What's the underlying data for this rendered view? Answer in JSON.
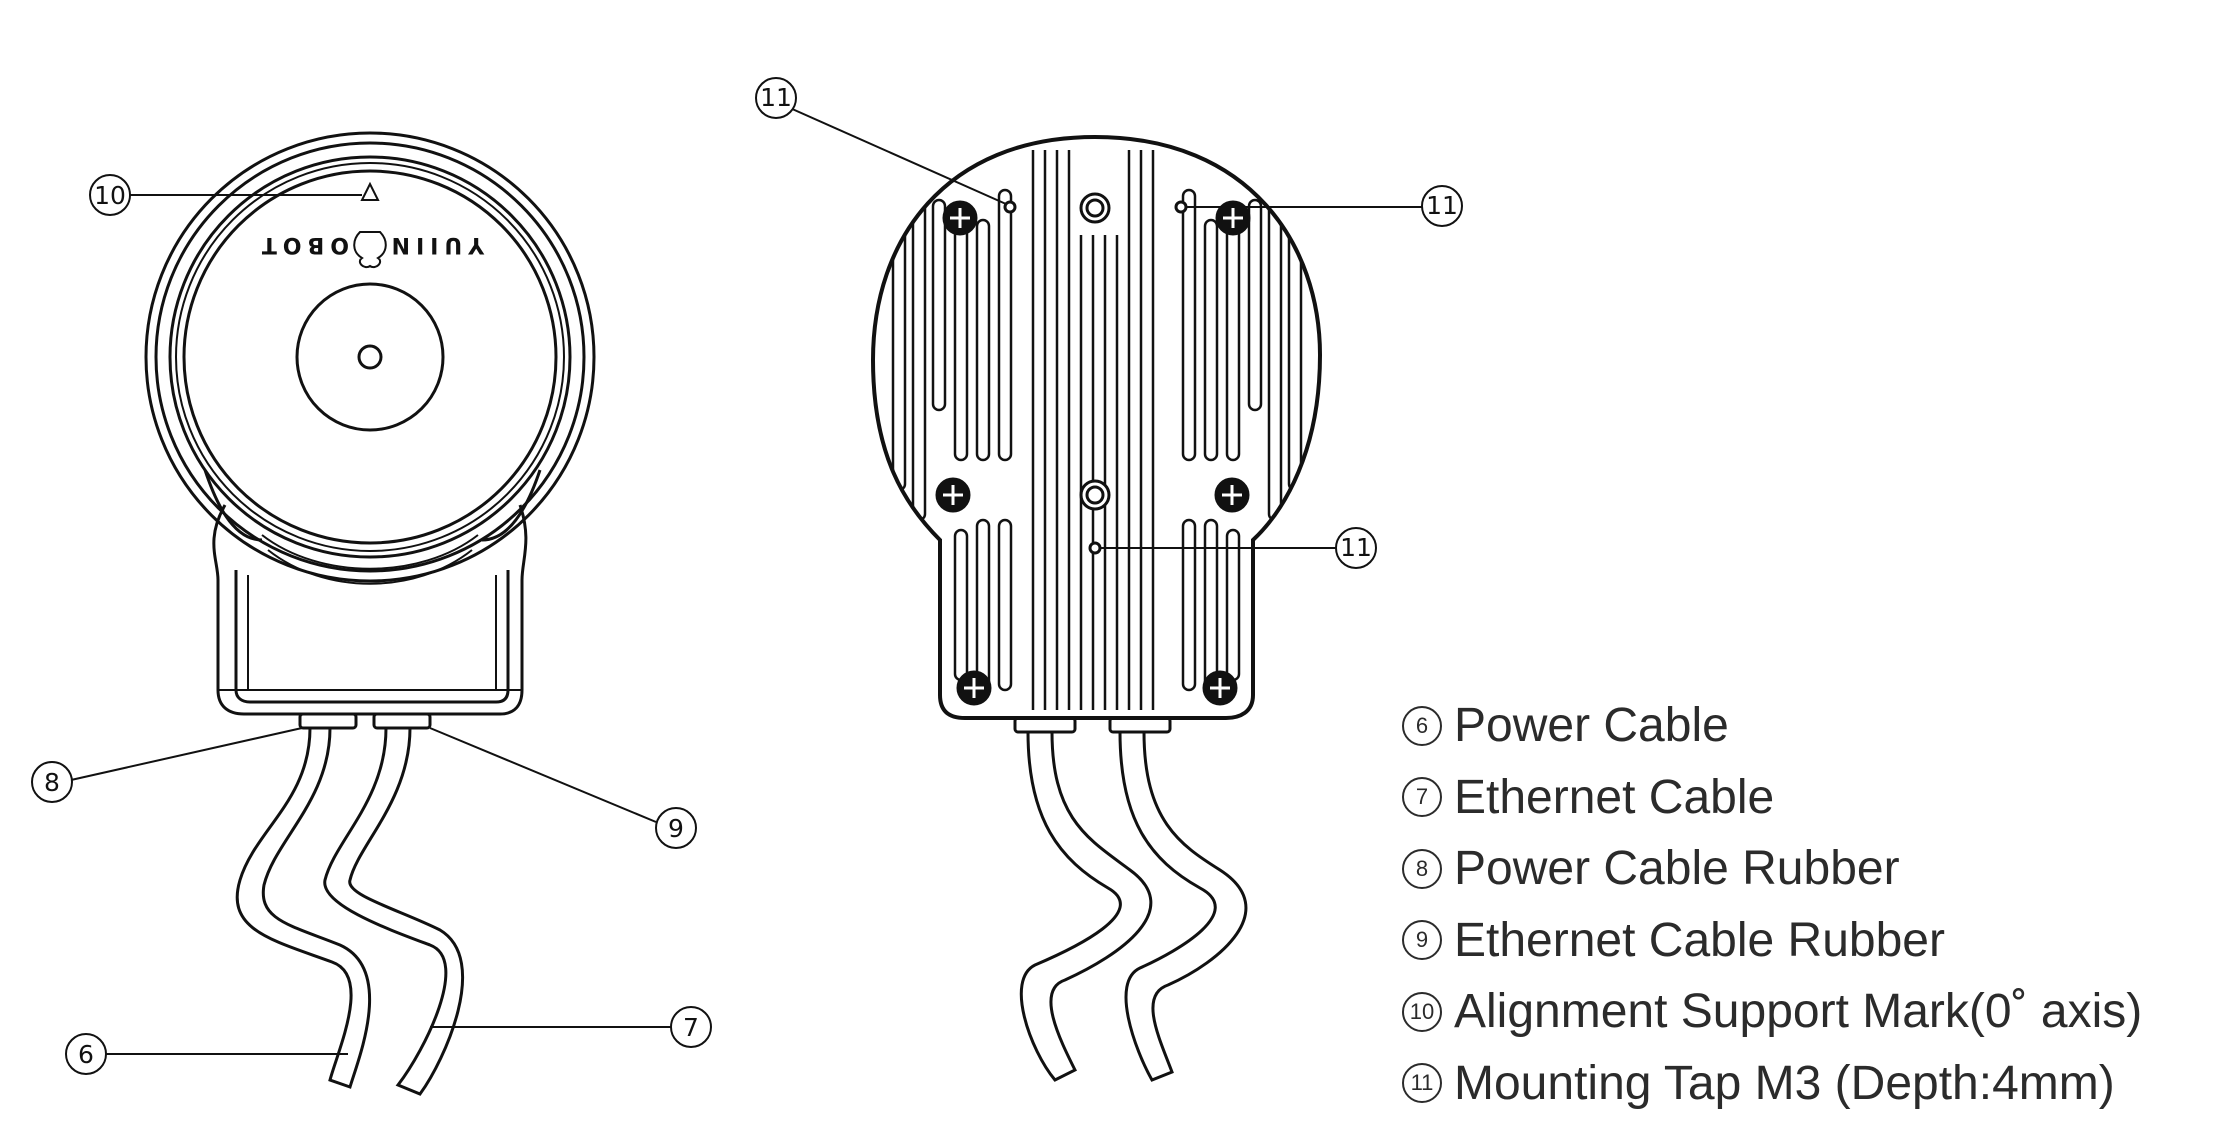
{
  "product": {
    "logo_text": "YUIIN ROBOT"
  },
  "callouts": {
    "c6": "6",
    "c7": "7",
    "c8": "8",
    "c9": "9",
    "c10": "10",
    "c11a": "11",
    "c11b": "11",
    "c11c": "11"
  },
  "legend": {
    "items": [
      {
        "num": "6",
        "label": "Power Cable"
      },
      {
        "num": "7",
        "label": "Ethernet Cable"
      },
      {
        "num": "8",
        "label": "Power Cable Rubber"
      },
      {
        "num": "9",
        "label": "Ethernet Cable Rubber"
      },
      {
        "num": "10",
        "label": "Alignment Support Mark(0˚ axis)"
      },
      {
        "num": "11",
        "label": "Mounting Tap M3 (Depth:4mm)"
      }
    ]
  }
}
